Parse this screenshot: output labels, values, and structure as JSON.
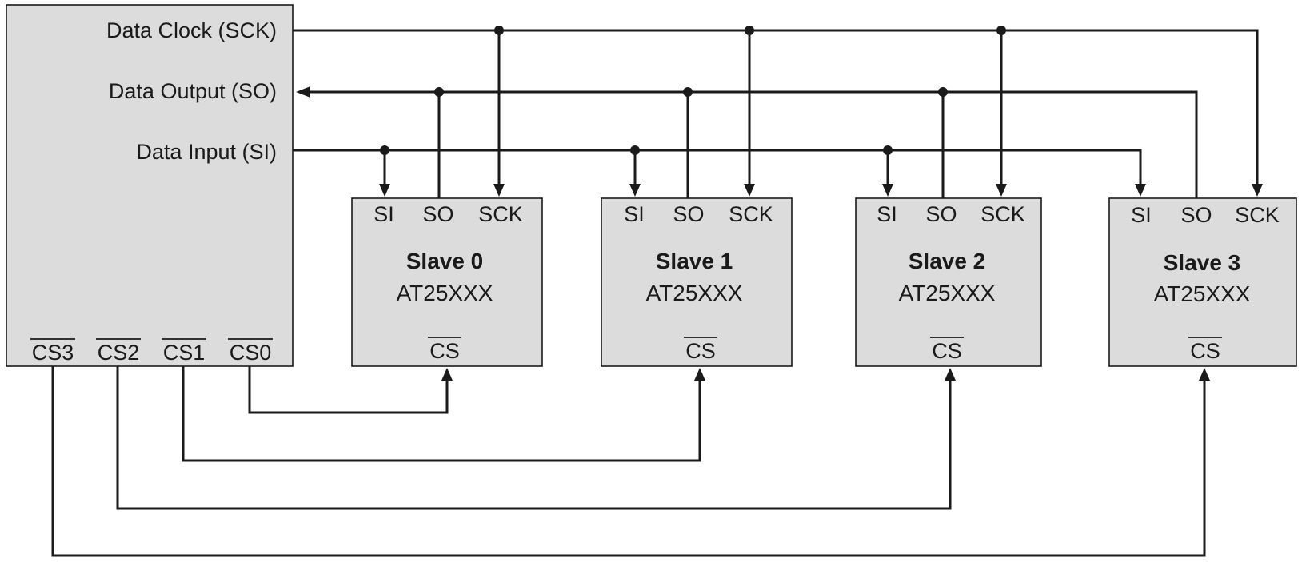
{
  "master": {
    "signals": [
      "Data Clock (SCK)",
      "Data Output (SO)",
      "Data Input (SI)"
    ],
    "chip_selects": [
      "CS3",
      "CS2",
      "CS1",
      "CS0"
    ]
  },
  "slaves": [
    {
      "title": "Slave 0",
      "part": "AT25XXX",
      "pins": [
        "SI",
        "SO",
        "SCK"
      ],
      "cs": "CS"
    },
    {
      "title": "Slave 1",
      "part": "AT25XXX",
      "pins": [
        "SI",
        "SO",
        "SCK"
      ],
      "cs": "CS"
    },
    {
      "title": "Slave 2",
      "part": "AT25XXX",
      "pins": [
        "SI",
        "SO",
        "SCK"
      ],
      "cs": "CS"
    },
    {
      "title": "Slave 3",
      "part": "AT25XXX",
      "pins": [
        "SI",
        "SO",
        "SCK"
      ],
      "cs": "CS"
    }
  ]
}
